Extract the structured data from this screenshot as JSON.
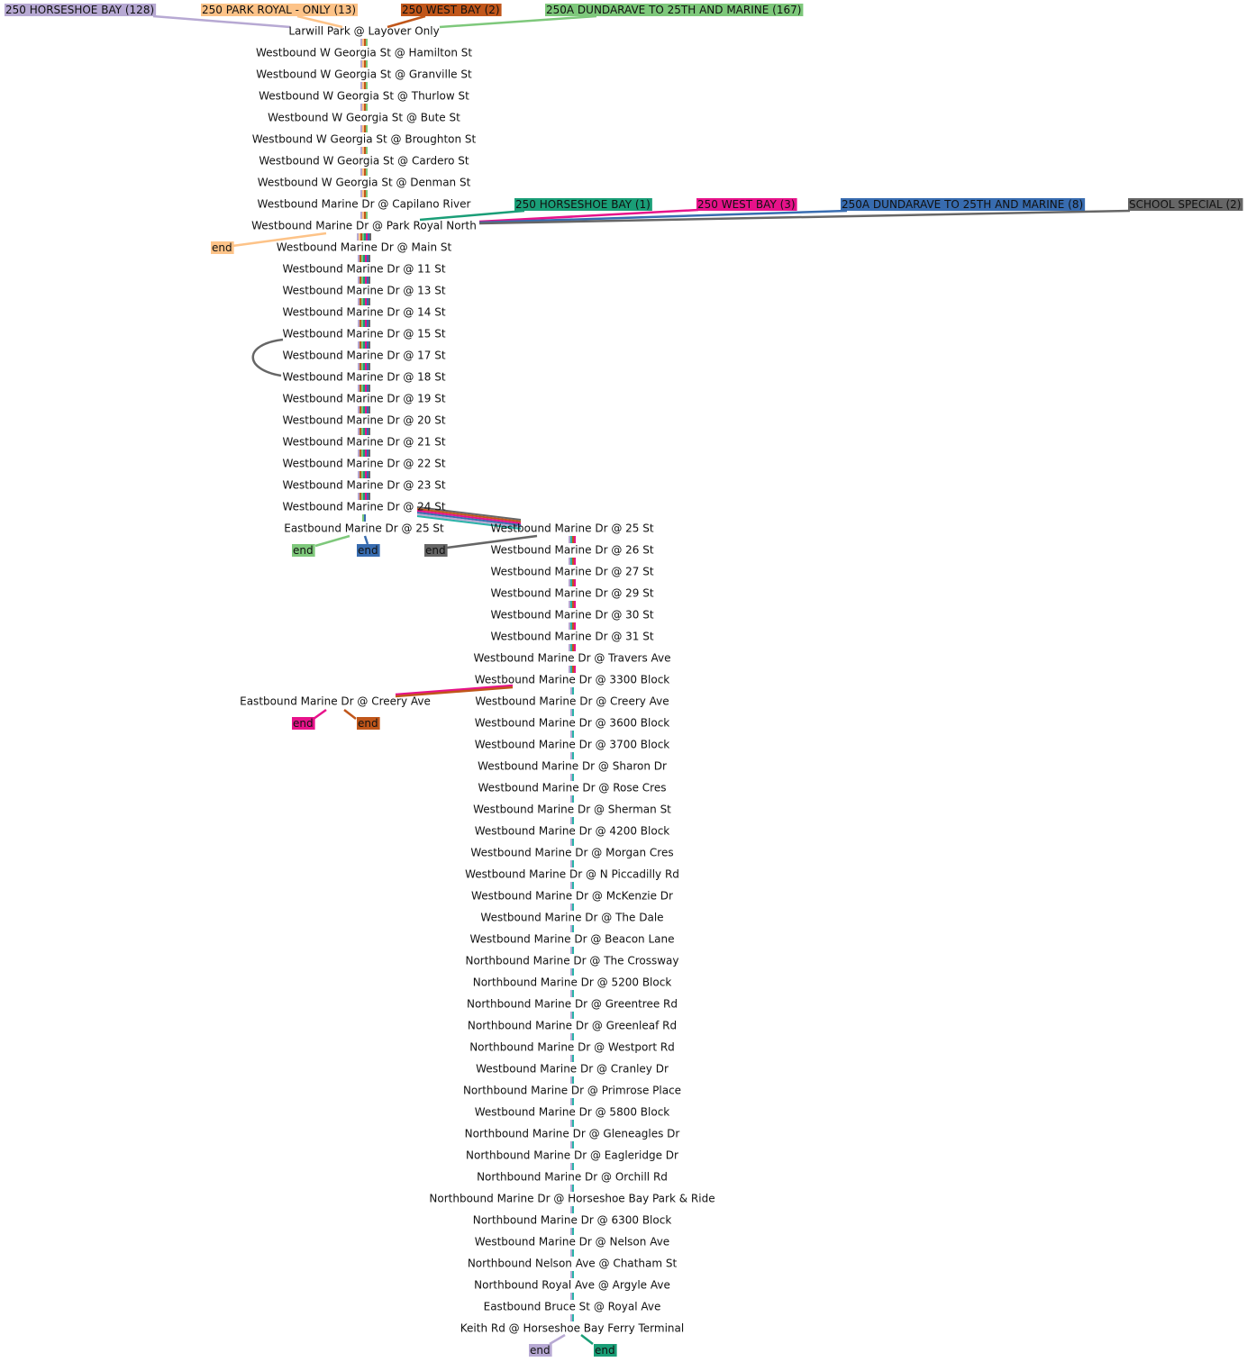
{
  "colors": {
    "hb": "#b7a9d3",
    "pr": "#fdc388",
    "wb": "#c0561a",
    "dun": "#7ec87b",
    "hb_alt": "#1a9e77",
    "wb_alt": "#e7128a",
    "dun_alt": "#386cb0",
    "school": "#666666",
    "teal": "#2ab3a8"
  },
  "top_routes": [
    {
      "id": "hb",
      "label": "250 HORSESHOE BAY (128)",
      "color": "hb"
    },
    {
      "id": "pr",
      "label": "250 PARK ROYAL - ONLY (13)",
      "color": "pr"
    },
    {
      "id": "wb",
      "label": "250 WEST BAY (2)",
      "color": "wb"
    },
    {
      "id": "dun",
      "label": "250A DUNDARAVE TO 25TH AND MARINE (167)",
      "color": "dun"
    }
  ],
  "joining_routes": [
    {
      "id": "hb_alt",
      "label": "250 HORSESHOE BAY (1)",
      "color": "hb_alt"
    },
    {
      "id": "wb_alt",
      "label": "250 WEST BAY (3)",
      "color": "wb_alt"
    },
    {
      "id": "dun_alt",
      "label": "250A DUNDARAVE TO 25TH AND MARINE (8)",
      "color": "dun_alt"
    },
    {
      "id": "school",
      "label": "SCHOOL SPECIAL (2)",
      "color": "school"
    }
  ],
  "trunk_stops": [
    "Larwill Park @ Layover Only",
    "Westbound W Georgia St @ Hamilton St",
    "Westbound W Georgia St @ Granville St",
    "Westbound W Georgia St @ Thurlow St",
    "Westbound W Georgia St @ Bute St",
    "Westbound W Georgia St @ Broughton St",
    "Westbound W Georgia St @ Cardero St",
    "Westbound W Georgia St @ Denman St",
    "Westbound Marine Dr @ Capilano River",
    "Westbound Marine Dr @ Park Royal North",
    "Westbound Marine Dr @ Main St",
    "Westbound Marine Dr @ 11 St",
    "Westbound Marine Dr @ 13 St",
    "Westbound Marine Dr @ 14 St",
    "Westbound Marine Dr @ 15 St",
    "Westbound Marine Dr @ 17 St",
    "Westbound Marine Dr @ 18 St",
    "Westbound Marine Dr @ 19 St",
    "Westbound Marine Dr @ 20 St",
    "Westbound Marine Dr @ 21 St",
    "Westbound Marine Dr @ 22 St",
    "Westbound Marine Dr @ 23 St",
    "Westbound Marine Dr @ 24 St",
    "Eastbound Marine Dr @ 25 St"
  ],
  "branch_stops": [
    "Westbound Marine Dr @ 25 St",
    "Westbound Marine Dr @ 26 St",
    "Westbound Marine Dr @ 27 St",
    "Westbound Marine Dr @ 29 St",
    "Westbound Marine Dr @ 30 St",
    "Westbound Marine Dr @ 31 St",
    "Westbound Marine Dr @ Travers Ave",
    "Westbound Marine Dr @ 3300 Block",
    "Westbound Marine Dr @ Creery Ave",
    "Westbound Marine Dr @ 3600 Block",
    "Westbound Marine Dr @ 3700 Block",
    "Westbound Marine Dr @ Sharon Dr",
    "Westbound Marine Dr @ Rose Cres",
    "Westbound Marine Dr @ Sherman St",
    "Westbound Marine Dr @ 4200 Block",
    "Westbound Marine Dr @ Morgan Cres",
    "Westbound Marine Dr @ N Piccadilly Rd",
    "Westbound Marine Dr @ McKenzie Dr",
    "Westbound Marine Dr @ The Dale",
    "Westbound Marine Dr @ Beacon Lane",
    "Northbound Marine Dr @ The Crossway",
    "Northbound Marine Dr @ 5200 Block",
    "Northbound Marine Dr @ Greentree Rd",
    "Northbound Marine Dr @ Greenleaf Rd",
    "Northbound Marine Dr @ Westport Rd",
    "Westbound Marine Dr @ Cranley Dr",
    "Northbound Marine Dr @ Primrose Place",
    "Westbound Marine Dr @ 5800 Block",
    "Northbound Marine Dr @ Gleneagles Dr",
    "Northbound Marine Dr @ Eagleridge Dr",
    "Northbound Marine Dr @ Orchill Rd",
    "Northbound Marine Dr @ Horseshoe Bay Park & Ride",
    "Northbound Marine Dr @ 6300 Block",
    "Westbound Marine Dr @ Nelson Ave",
    "Northbound Nelson Ave @ Chatham St",
    "Northbound Royal Ave @ Argyle Ave",
    "Eastbound Bruce St @ Royal Ave",
    "Keith Rd @ Horseshoe Bay Ferry Terminal"
  ],
  "side_stop": "Eastbound Marine Dr @ Creery Ave",
  "end_label": "end",
  "end_markers": [
    {
      "color": "pr"
    },
    {
      "color": "dun"
    },
    {
      "color": "dun_alt"
    },
    {
      "color": "school"
    },
    {
      "color": "wb_alt"
    },
    {
      "color": "wb"
    },
    {
      "color": "hb"
    },
    {
      "color": "hb_alt"
    }
  ]
}
